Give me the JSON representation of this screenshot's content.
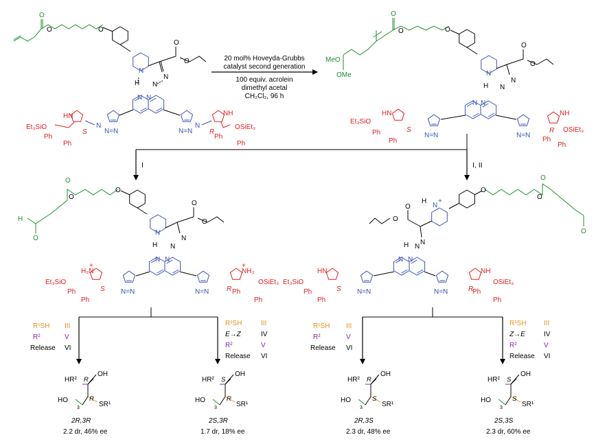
{
  "colors": {
    "linker": "#1a8f2a",
    "core": "#3a53b5",
    "catalyst": "#e01d1d",
    "thiol": "#e8901a",
    "r2": "#7a2ea8",
    "black": "#000000"
  },
  "conditions": {
    "line1": "20 mol% Hoveyda-Grubbs",
    "line2": "catalyst second generation",
    "line3": "100 equiv. acrolein",
    "line4": "dimethyl acetal",
    "line5": "CH₂Cl₂, 96 h"
  },
  "atoms": {
    "meo": "MeO",
    "ome": "OMe",
    "o": "O",
    "n": "N",
    "nplus": "N",
    "plus": "+",
    "h": "H",
    "hn": "HN",
    "nh": "NH",
    "h2n": "H₂N",
    "nh2": "NH₂",
    "n_eq_n": "N=N",
    "otes": "Et₃SiO",
    "osiet3": "OSiEt₃",
    "ph": "Ph",
    "s": "S",
    "r": "R"
  },
  "branch_labels": {
    "left": "I",
    "right": "I, II"
  },
  "sequences": [
    {
      "thiol": "R¹SH",
      "thiol_step": "III",
      "r2": "R²",
      "r2_step": "V",
      "release": "Release",
      "release_step": "VI"
    },
    {
      "thiol": "R¹SH",
      "thiol_step": "III",
      "iso": "E→Z",
      "iso_step": "IV",
      "r2": "R²",
      "r2_step": "V",
      "release": "Release",
      "release_step": "VI"
    },
    {
      "thiol": "R¹SH",
      "thiol_step": "III",
      "r2": "R²",
      "r2_step": "V",
      "release": "Release",
      "release_step": "VI"
    },
    {
      "thiol": "R¹SH",
      "thiol_step": "III",
      "iso": "Z→E",
      "iso_step": "IV",
      "r2": "R²",
      "r2_step": "V",
      "release": "Release",
      "release_step": "VI"
    }
  ],
  "products": [
    {
      "hr2": "HR²",
      "oh_top": "OH",
      "ho": "HO",
      "sr1": "SR¹",
      "c2": "R",
      "c3": "R",
      "n": "3",
      "label": "2R,3R",
      "result": "2.2 dr, 46% ee"
    },
    {
      "hr2": "HR²",
      "oh_top": "OH",
      "ho": "HO",
      "sr1": "SR¹",
      "c2": "S",
      "c3": "R",
      "n": "3",
      "label": "2S,3R",
      "result": "1.7 dr, 18% ee"
    },
    {
      "hr2": "HR²",
      "oh_top": "OH",
      "ho": "HO",
      "sr1": "SR¹",
      "c2": "R",
      "c3": "S",
      "n": "3",
      "label": "2R,3S",
      "result": "2.3 dr, 48% ee"
    },
    {
      "hr2": "HR²",
      "oh_top": "OH",
      "ho": "HO",
      "sr1": "SR¹",
      "c2": "S",
      "c3": "S",
      "n": "3",
      "label": "2S,3S",
      "result": "2.3 dr, 60% ee"
    }
  ]
}
